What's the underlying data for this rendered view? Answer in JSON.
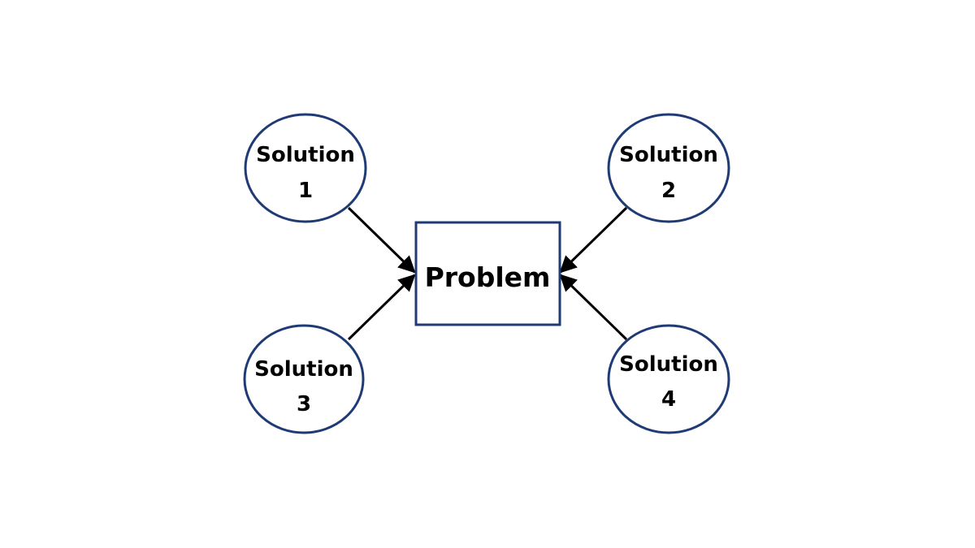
{
  "diagram": {
    "colors": {
      "node_border": "#1f3b75",
      "arrow": "#000000",
      "text": "#000000",
      "background": "#ffffff"
    },
    "problem": {
      "label": "Problem"
    },
    "solutions": [
      {
        "line1": "Solution",
        "line2": "1"
      },
      {
        "line1": "Solution",
        "line2": "2"
      },
      {
        "line1": "Solution",
        "line2": "3"
      },
      {
        "line1": "Solution",
        "line2": "4"
      }
    ]
  }
}
